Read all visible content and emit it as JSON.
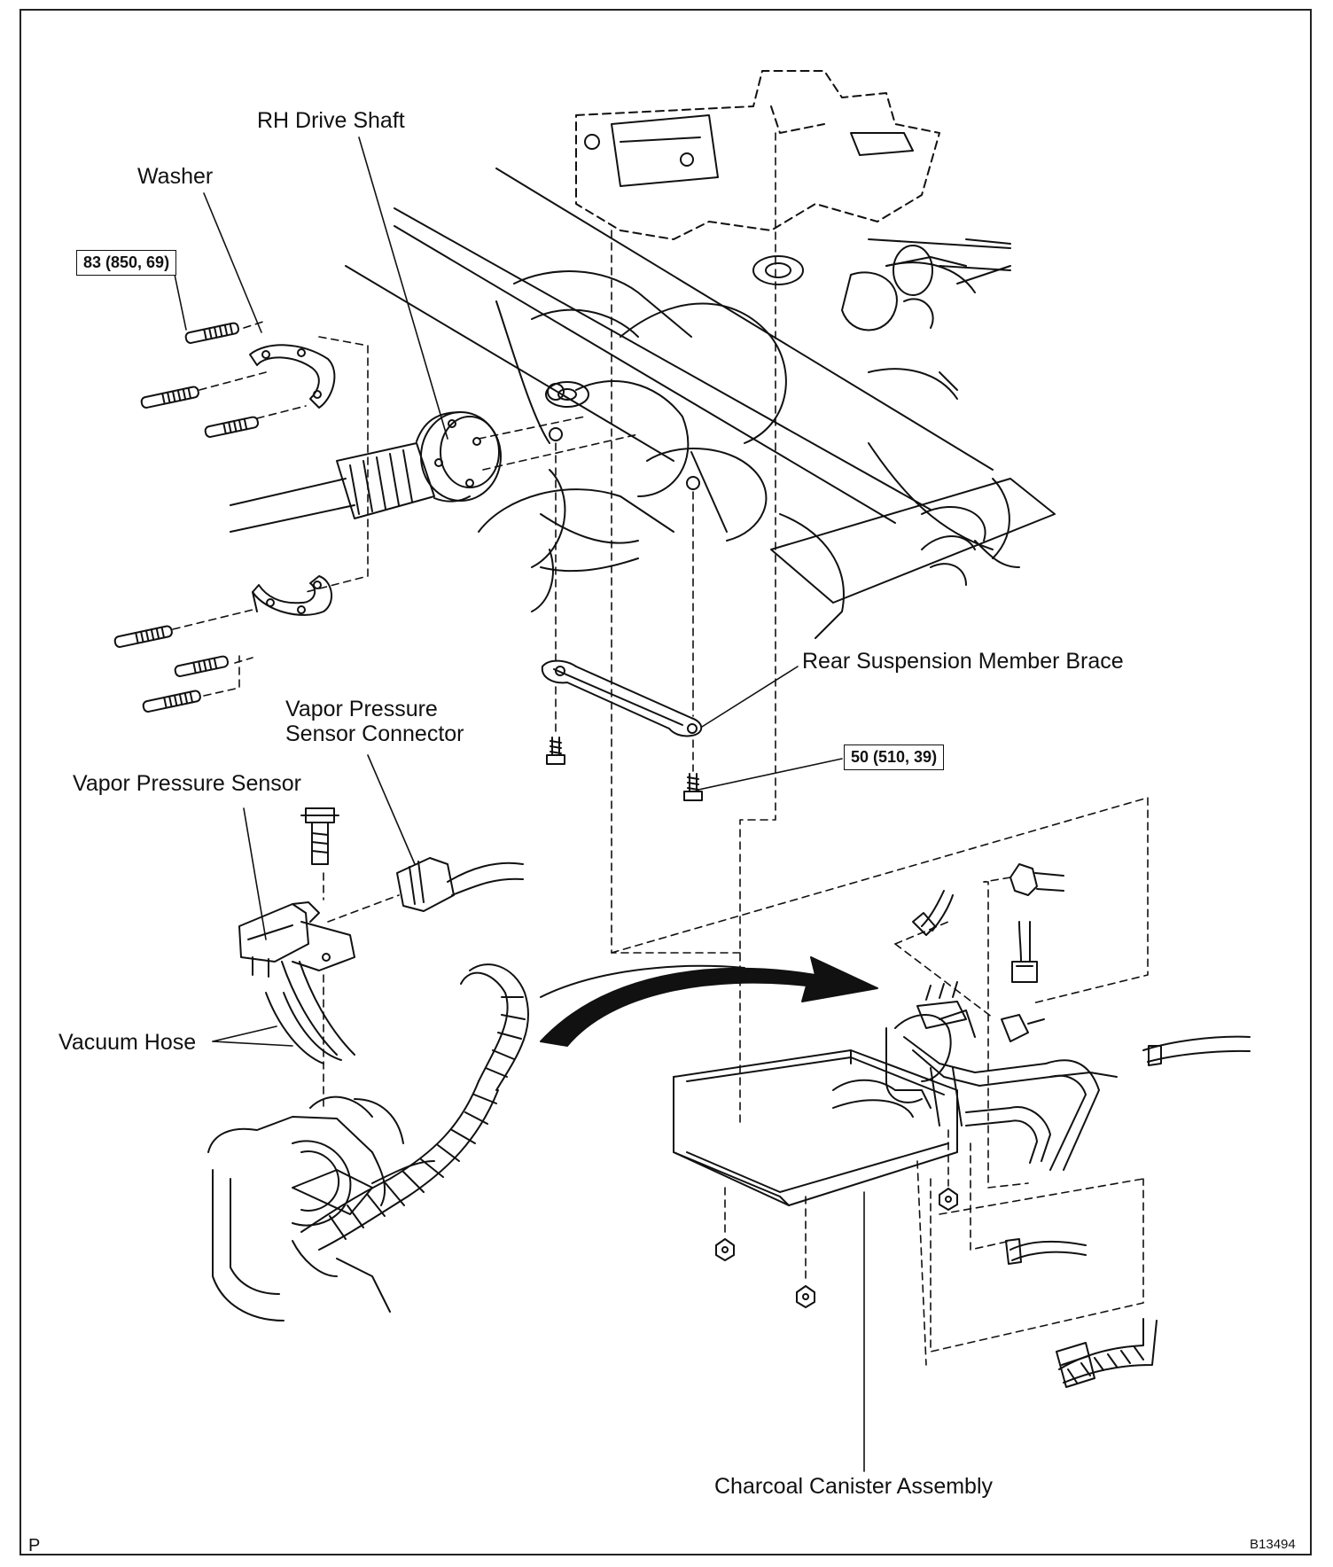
{
  "labels": {
    "rh_drive_shaft": "RH Drive Shaft",
    "washer": "Washer",
    "rear_suspension_member_brace": "Rear Suspension Member Brace",
    "vapor_pressure_sensor_connector_line1": "Vapor Pressure",
    "vapor_pressure_sensor_connector_line2": "Sensor Connector",
    "vapor_pressure_sensor": "Vapor Pressure Sensor",
    "vacuum_hose": "Vacuum Hose",
    "charcoal_canister_assembly": "Charcoal Canister Assembly"
  },
  "torque_specs": {
    "drive_shaft_bolts": "83 (850, 69)",
    "brace_bolt": "50 (510, 39)"
  },
  "corner_marks": {
    "left": "P",
    "figure_code": "B13494"
  },
  "style": {
    "line_color": "#111111",
    "paper_color": "#ffffff"
  }
}
